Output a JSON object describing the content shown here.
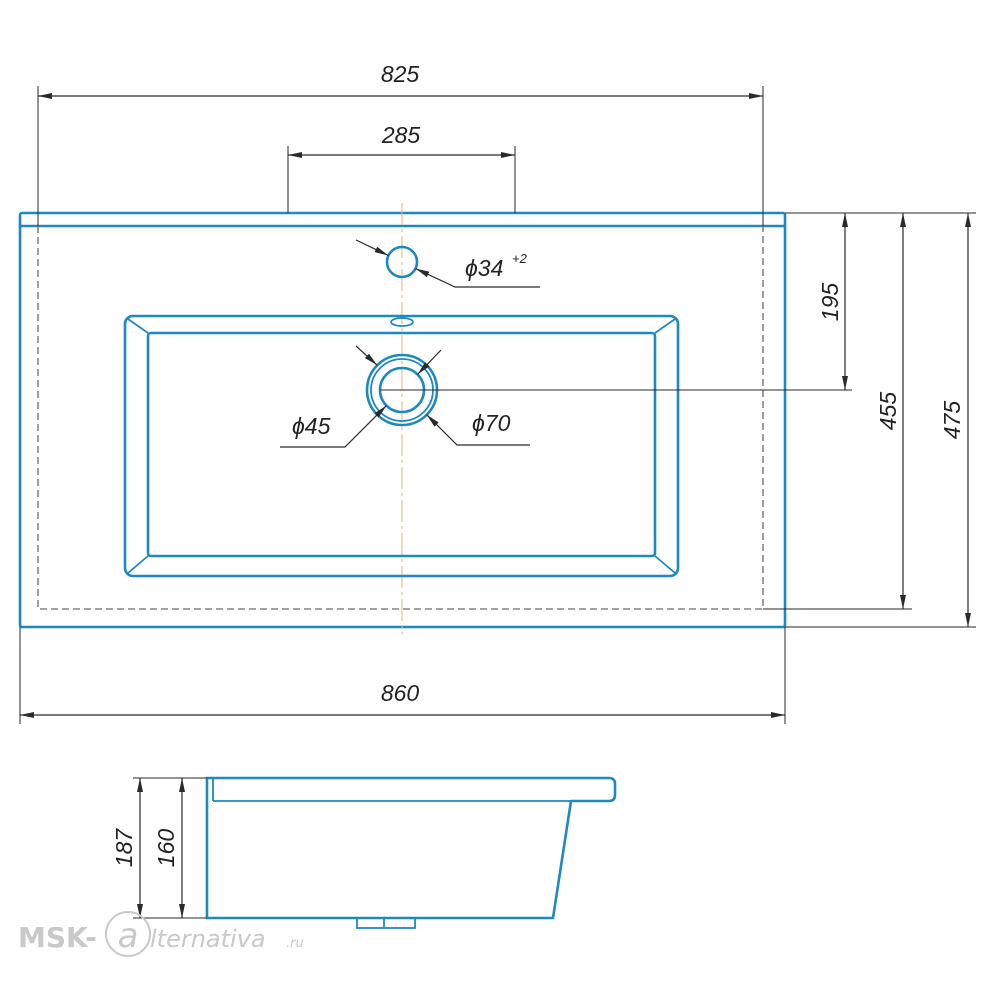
{
  "top_view": {
    "dim_top_width": "825",
    "dim_faucet_span": "285",
    "faucet_hole": {
      "label": "ϕ34",
      "tolerance": "+2"
    },
    "dim_drain_offset": "195",
    "dim_inner_depth": "455",
    "dim_total_depth": "475",
    "drain_inner": "ϕ45",
    "drain_outer": "ϕ70",
    "dim_total_width": "860"
  },
  "side_view": {
    "dim_total_height": "187",
    "dim_bowl_height": "160"
  },
  "watermark": {
    "prefix": "MSK-",
    "logo_letter": "a",
    "name": "lternativa",
    "tld": ".ru"
  },
  "colors": {
    "outline": "#1e88c0",
    "dimension": "#2a2a2a",
    "center_line": "#e2b67a",
    "watermark": "#c9c9c9"
  }
}
